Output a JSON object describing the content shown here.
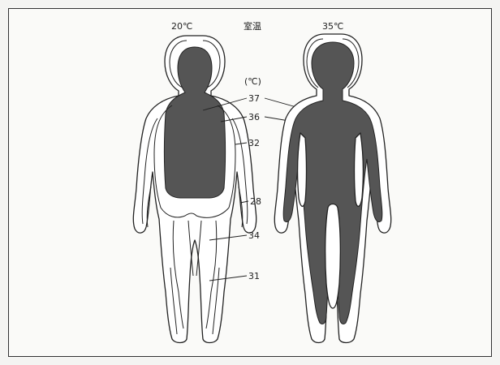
{
  "figure": {
    "left_condition": "20℃",
    "middle_label": "室温",
    "right_condition": "35℃",
    "unit": "(℃)",
    "isotherms": [
      "37",
      "36",
      "32",
      "28",
      "34",
      "31"
    ],
    "core_color": "#555555"
  }
}
